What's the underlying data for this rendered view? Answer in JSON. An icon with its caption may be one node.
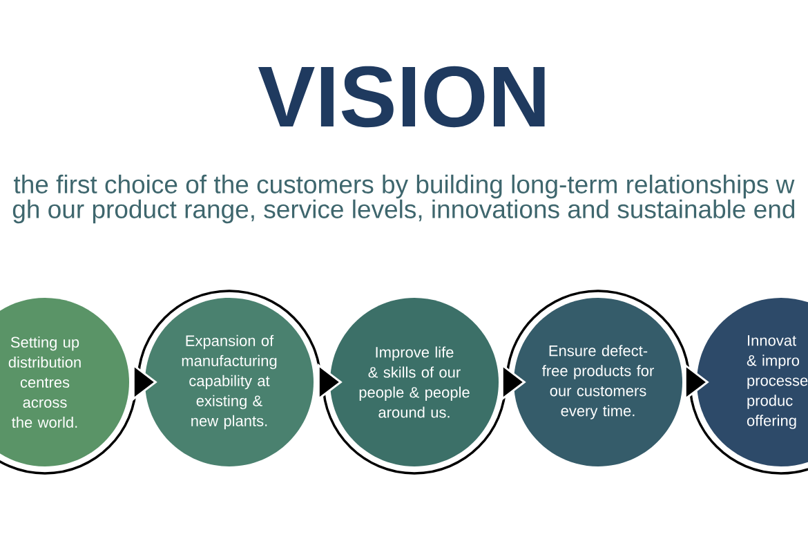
{
  "diagram": {
    "title": "VISION",
    "nodes": [
      {
        "text": [
          "Setting up distribution centres across the world."
        ]
      },
      {
        "text": [
          "Expansion of manufacturing capability at existing & new plants."
        ]
      },
      {
        "text": [
          "Improve life & skills of our people & people around us."
        ]
      },
      {
        "text": [
          "Ensure defect-free products for our customers every time."
        ]
      },
      {
        "text": [
          "Innovat & impro processe produc offering"
        ]
      }
    ],
    "edges": [
      {
        "from": 0,
        "to": 1,
        "arrow": "to"
      },
      {
        "from": 1,
        "to": 2,
        "arrow": "to"
      },
      {
        "from": 2,
        "to": 3,
        "arrow": "to"
      },
      {
        "from": 3,
        "to": 4,
        "arrow": "to"
      }
    ],
    "labels": [
      "the first choice of the customers by building long-term relationships w",
      "gh our product range, service levels, innovations and sustainable end"
    ]
  }
}
